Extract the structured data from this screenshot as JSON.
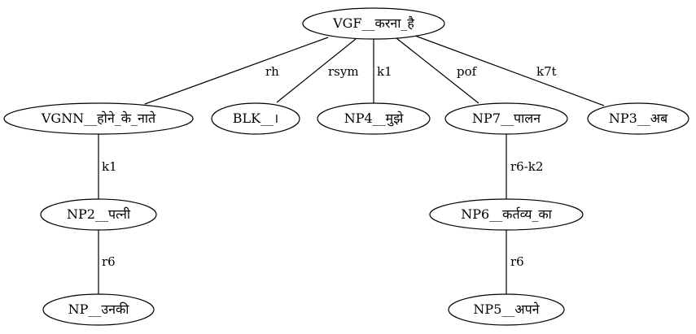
{
  "diagram": {
    "nodes": [
      {
        "id": "n0",
        "label": "VGF__करना_है"
      },
      {
        "id": "n1",
        "label": "VGNN__होने_के_नाते"
      },
      {
        "id": "n2",
        "label": "BLK__।"
      },
      {
        "id": "n3",
        "label": "NP4__मुझे"
      },
      {
        "id": "n4",
        "label": "NP7__पालन"
      },
      {
        "id": "n5",
        "label": "NP3__अब"
      },
      {
        "id": "n6",
        "label": "NP2__पत्नी"
      },
      {
        "id": "n7",
        "label": "NP6__कर्तव्य_का"
      },
      {
        "id": "n8",
        "label": "NP__उनकी"
      },
      {
        "id": "n9",
        "label": "NP5__अपने"
      }
    ],
    "edges": [
      {
        "id": "e0",
        "label": "rh"
      },
      {
        "id": "e1",
        "label": "rsym"
      },
      {
        "id": "e2",
        "label": "k1"
      },
      {
        "id": "e3",
        "label": "pof"
      },
      {
        "id": "e4",
        "label": "k7t"
      },
      {
        "id": "e5",
        "label": "k1"
      },
      {
        "id": "e6",
        "label": "r6-k2"
      },
      {
        "id": "e7",
        "label": "r6"
      },
      {
        "id": "e8",
        "label": "r6"
      }
    ]
  }
}
